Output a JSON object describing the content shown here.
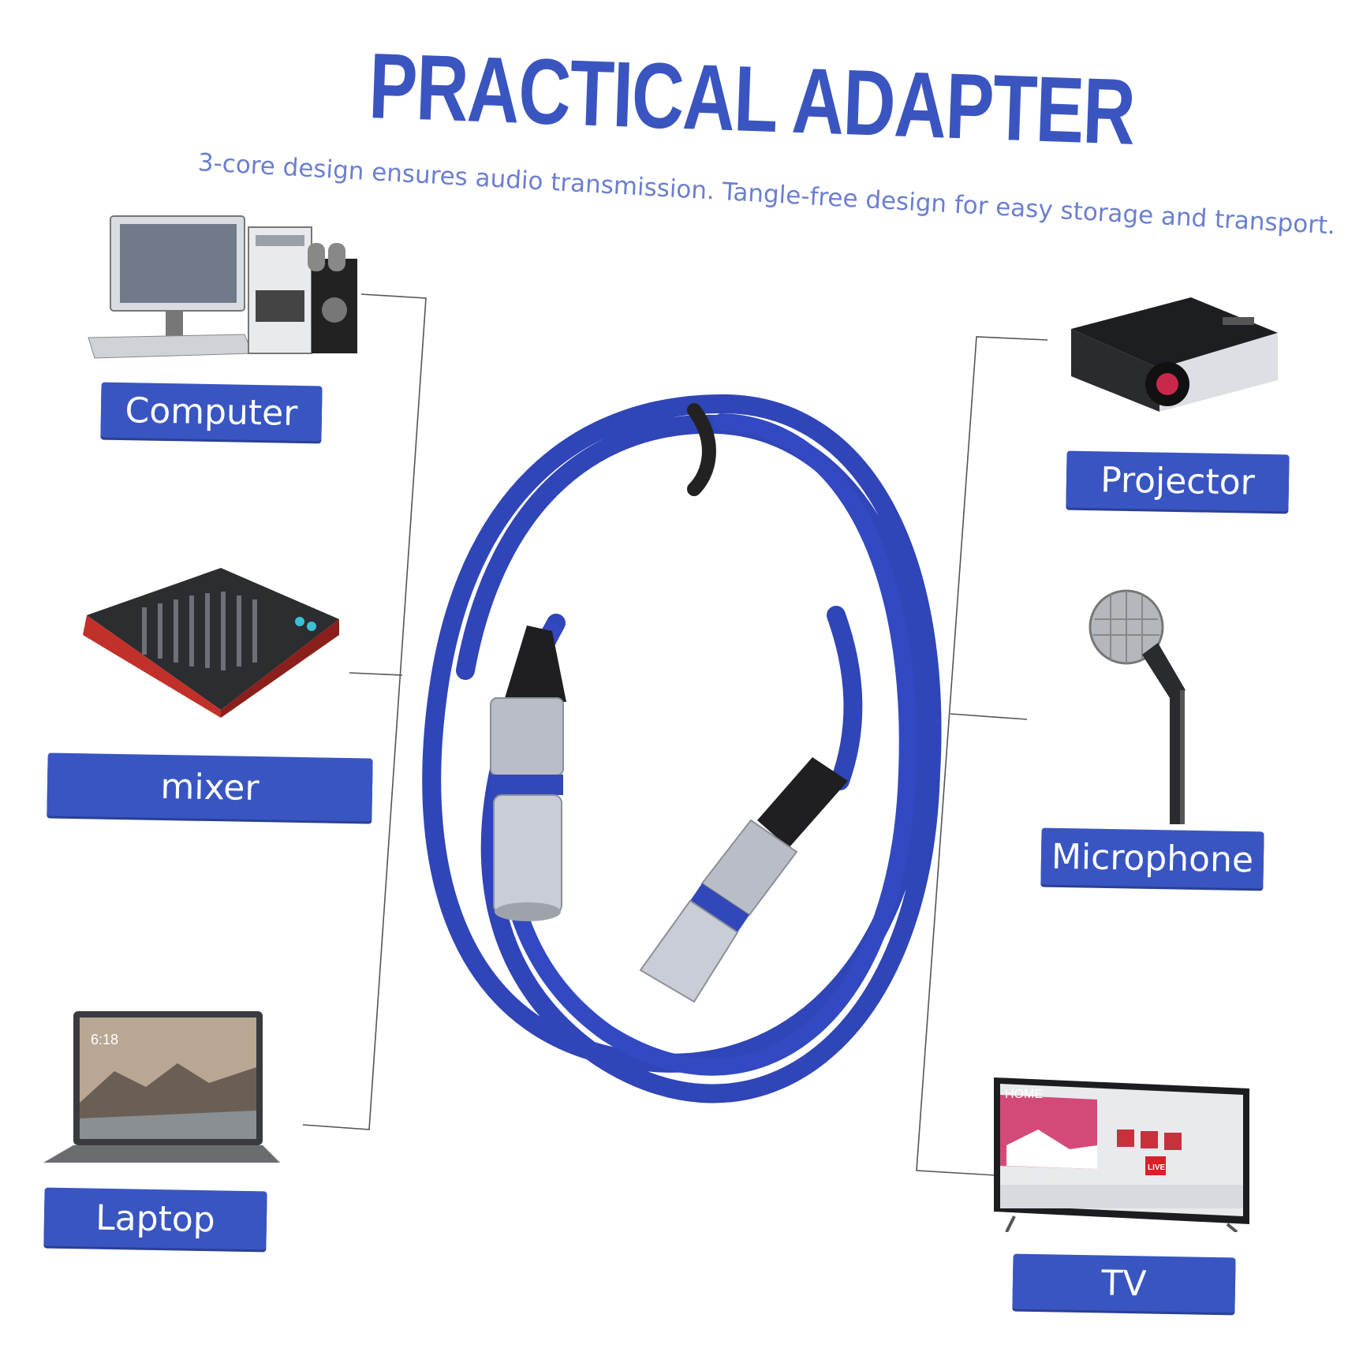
{
  "header": {
    "title": "PRACTICAL ADAPTER",
    "subtitle": "3-core design ensures audio transmission. Tangle-free design for easy storage and transport."
  },
  "labels": {
    "computer": "Computer",
    "mixer": "mixer",
    "laptop": "Laptop",
    "projector": "Projector",
    "microphone": "Microphone",
    "tv": "TV"
  },
  "tv_screen": {
    "home": "HOME",
    "live": "LIVE"
  },
  "laptop_screen": {
    "time": "6:18"
  },
  "colors": {
    "accent": "#3955c2",
    "cable": "#2f45b8",
    "connector": "#c0c4cc"
  }
}
